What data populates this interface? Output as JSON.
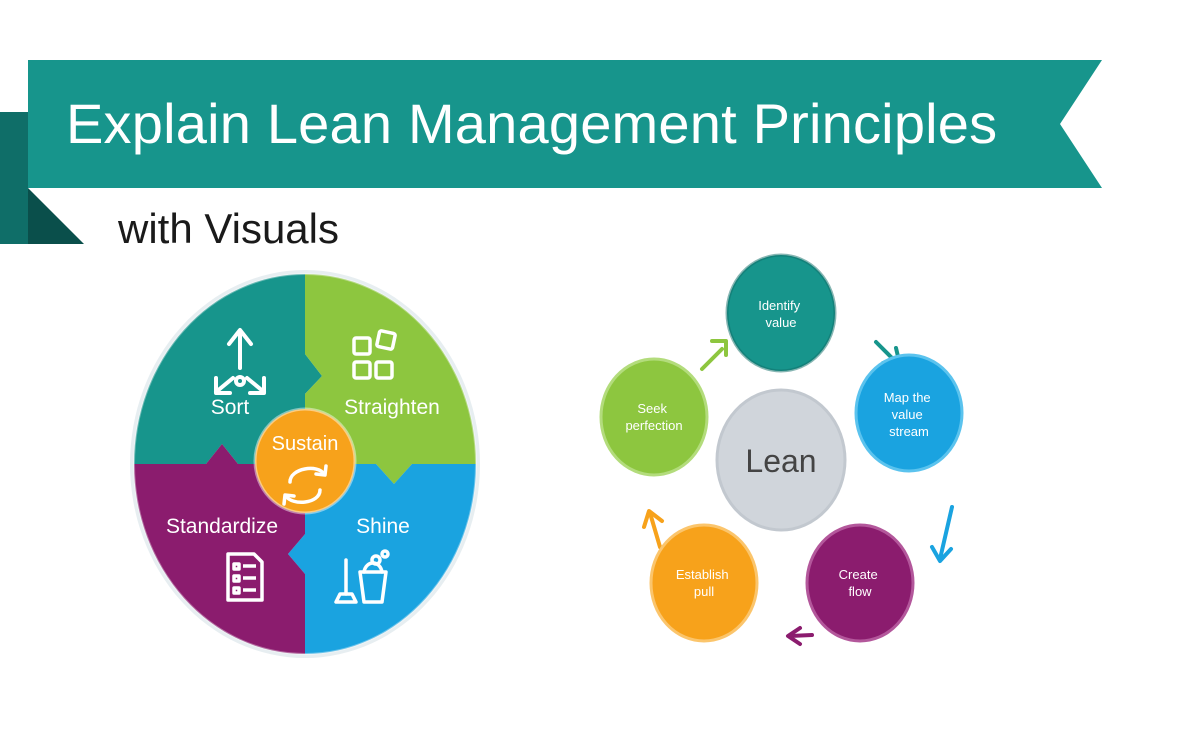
{
  "header": {
    "title": "Explain Lean Management Principles",
    "subtitle": "with Visuals",
    "banner_color": "#17958c",
    "banner_shadow_color": "#0f6e68"
  },
  "five_s": {
    "segments": [
      {
        "label": "Sort",
        "icon": "recycle-arrows-icon",
        "color": "#17958c"
      },
      {
        "label": "Straighten",
        "icon": "grid-squares-icon",
        "color": "#8dc63f"
      },
      {
        "label": "Shine",
        "icon": "cleaning-bucket-icon",
        "color": "#1aa3e0"
      },
      {
        "label": "Standardize",
        "icon": "checklist-document-icon",
        "color": "#8b1c6e"
      }
    ],
    "center": {
      "label": "Sustain",
      "icon": "refresh-arrows-icon",
      "color": "#f7a21b"
    }
  },
  "lean_cycle": {
    "center": {
      "label": "Lean",
      "color": "#d0d5db"
    },
    "steps": [
      {
        "lines": [
          "Identify",
          "value"
        ],
        "color": "#17958c"
      },
      {
        "lines": [
          "Map the",
          "value",
          "stream"
        ],
        "color": "#1aa3e0"
      },
      {
        "lines": [
          "Create",
          "flow"
        ],
        "color": "#8b1c6e"
      },
      {
        "lines": [
          "Establish",
          "pull"
        ],
        "color": "#f7a21b"
      },
      {
        "lines": [
          "Seek",
          "perfection"
        ],
        "color": "#8dc63f"
      }
    ]
  }
}
